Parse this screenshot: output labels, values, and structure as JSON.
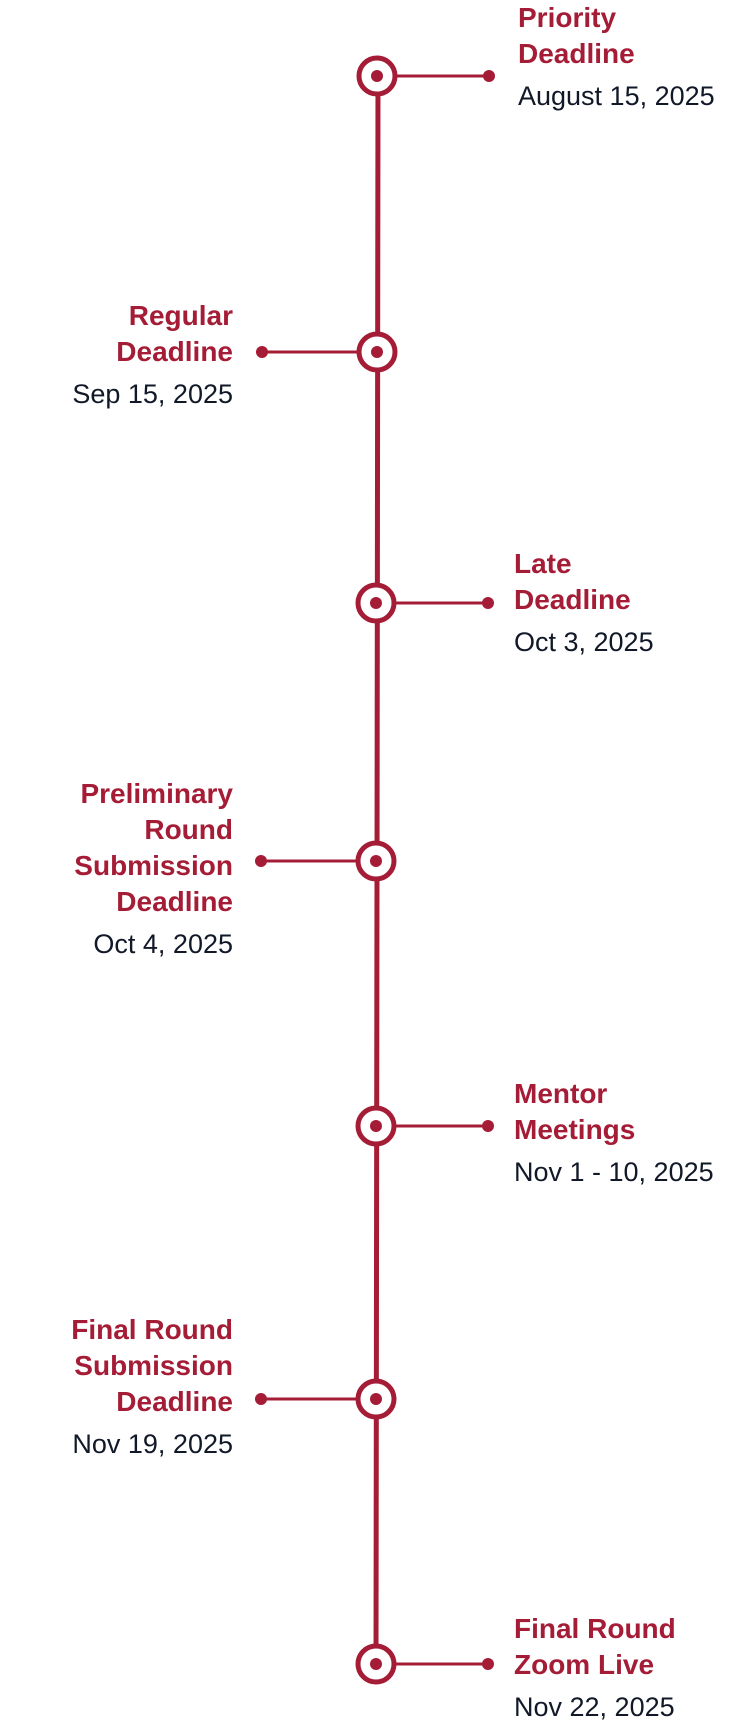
{
  "timeline": {
    "accent_color": "#a51c36",
    "text_color": "#111827",
    "events": [
      {
        "title": "Priority\nDeadline",
        "date": "August 15, 2025",
        "side": "right"
      },
      {
        "title": "Regular\nDeadline",
        "date": "Sep 15, 2025",
        "side": "left"
      },
      {
        "title": "Late\nDeadline",
        "date": "Oct 3, 2025",
        "side": "right"
      },
      {
        "title": "Preliminary\nRound\nSubmission\nDeadline",
        "date": "Oct 4, 2025",
        "side": "left"
      },
      {
        "title": "Mentor\nMeetings",
        "date": "Nov 1 - 10, 2025",
        "side": "right"
      },
      {
        "title": "Final Round\nSubmission\nDeadline",
        "date": "Nov 19, 2025",
        "side": "left"
      },
      {
        "title": "Final Round\nZoom Live",
        "date": "Nov 22, 2025",
        "side": "right"
      }
    ]
  }
}
